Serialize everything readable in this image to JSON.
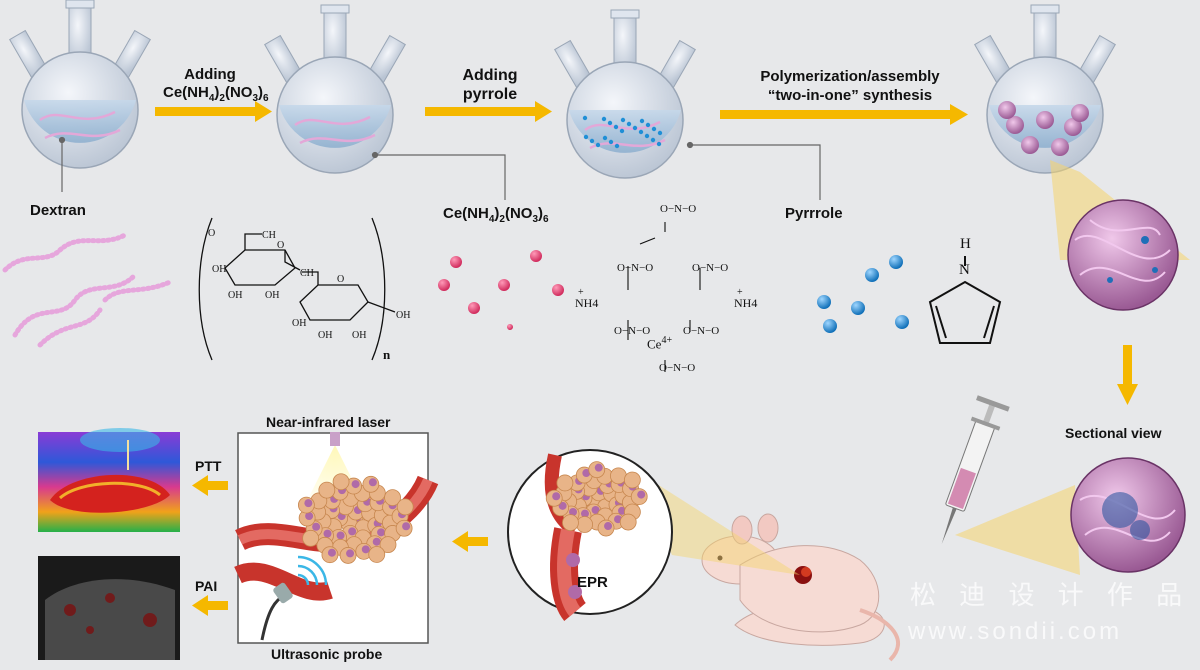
{
  "steps": {
    "step1_label": "Adding",
    "step1_formula": "Ce(NH4)2(NO3)6",
    "step2_label_line1": "Adding",
    "step2_label_line2": "pyrrole",
    "step3_label_line1": "Polymerization/assembly",
    "step3_label_line2": "“two-in-one” synthesis"
  },
  "materials": {
    "dextran": "Dextran",
    "oxidant": "Ce(NH4)2(NO3)6",
    "pyrrole": "Pyrrrole"
  },
  "dextran_structure": {
    "n": "n",
    "oh": "OH",
    "h": "H",
    "o": "O",
    "ch2": "CH2"
  },
  "cerium_structure": {
    "ce": "Ce",
    "ce_charge": "4+",
    "nh4": "NH4",
    "plus": "+",
    "no3_n": "N",
    "no3_o": "O",
    "minus": "−"
  },
  "pyrrole_structure": {
    "h": "H",
    "n": "N"
  },
  "views": {
    "sectional": "Sectional view"
  },
  "therapy": {
    "laser": "Near-infrared laser",
    "probe": "Ultrasonic probe",
    "epr": "EPR",
    "ptt": "PTT",
    "pai": "PAI"
  },
  "watermark": {
    "line1": "松 迪 设 计 作 品",
    "line2": "www.sondii.com"
  },
  "colors": {
    "arrow": "#f5b800",
    "background": "#e7e8ea",
    "flask_glass": "#c9d3e0",
    "liquid": "#a9c3dd",
    "polymer": "#e3a8d8",
    "ce_particle": "#e0386a",
    "pyrrole_particle": "#1f8fd6",
    "nanoparticle": "#b06aa8",
    "tumor": "#e8b488",
    "vessel": "#c8342c",
    "mouse": "#f6dbd4"
  }
}
